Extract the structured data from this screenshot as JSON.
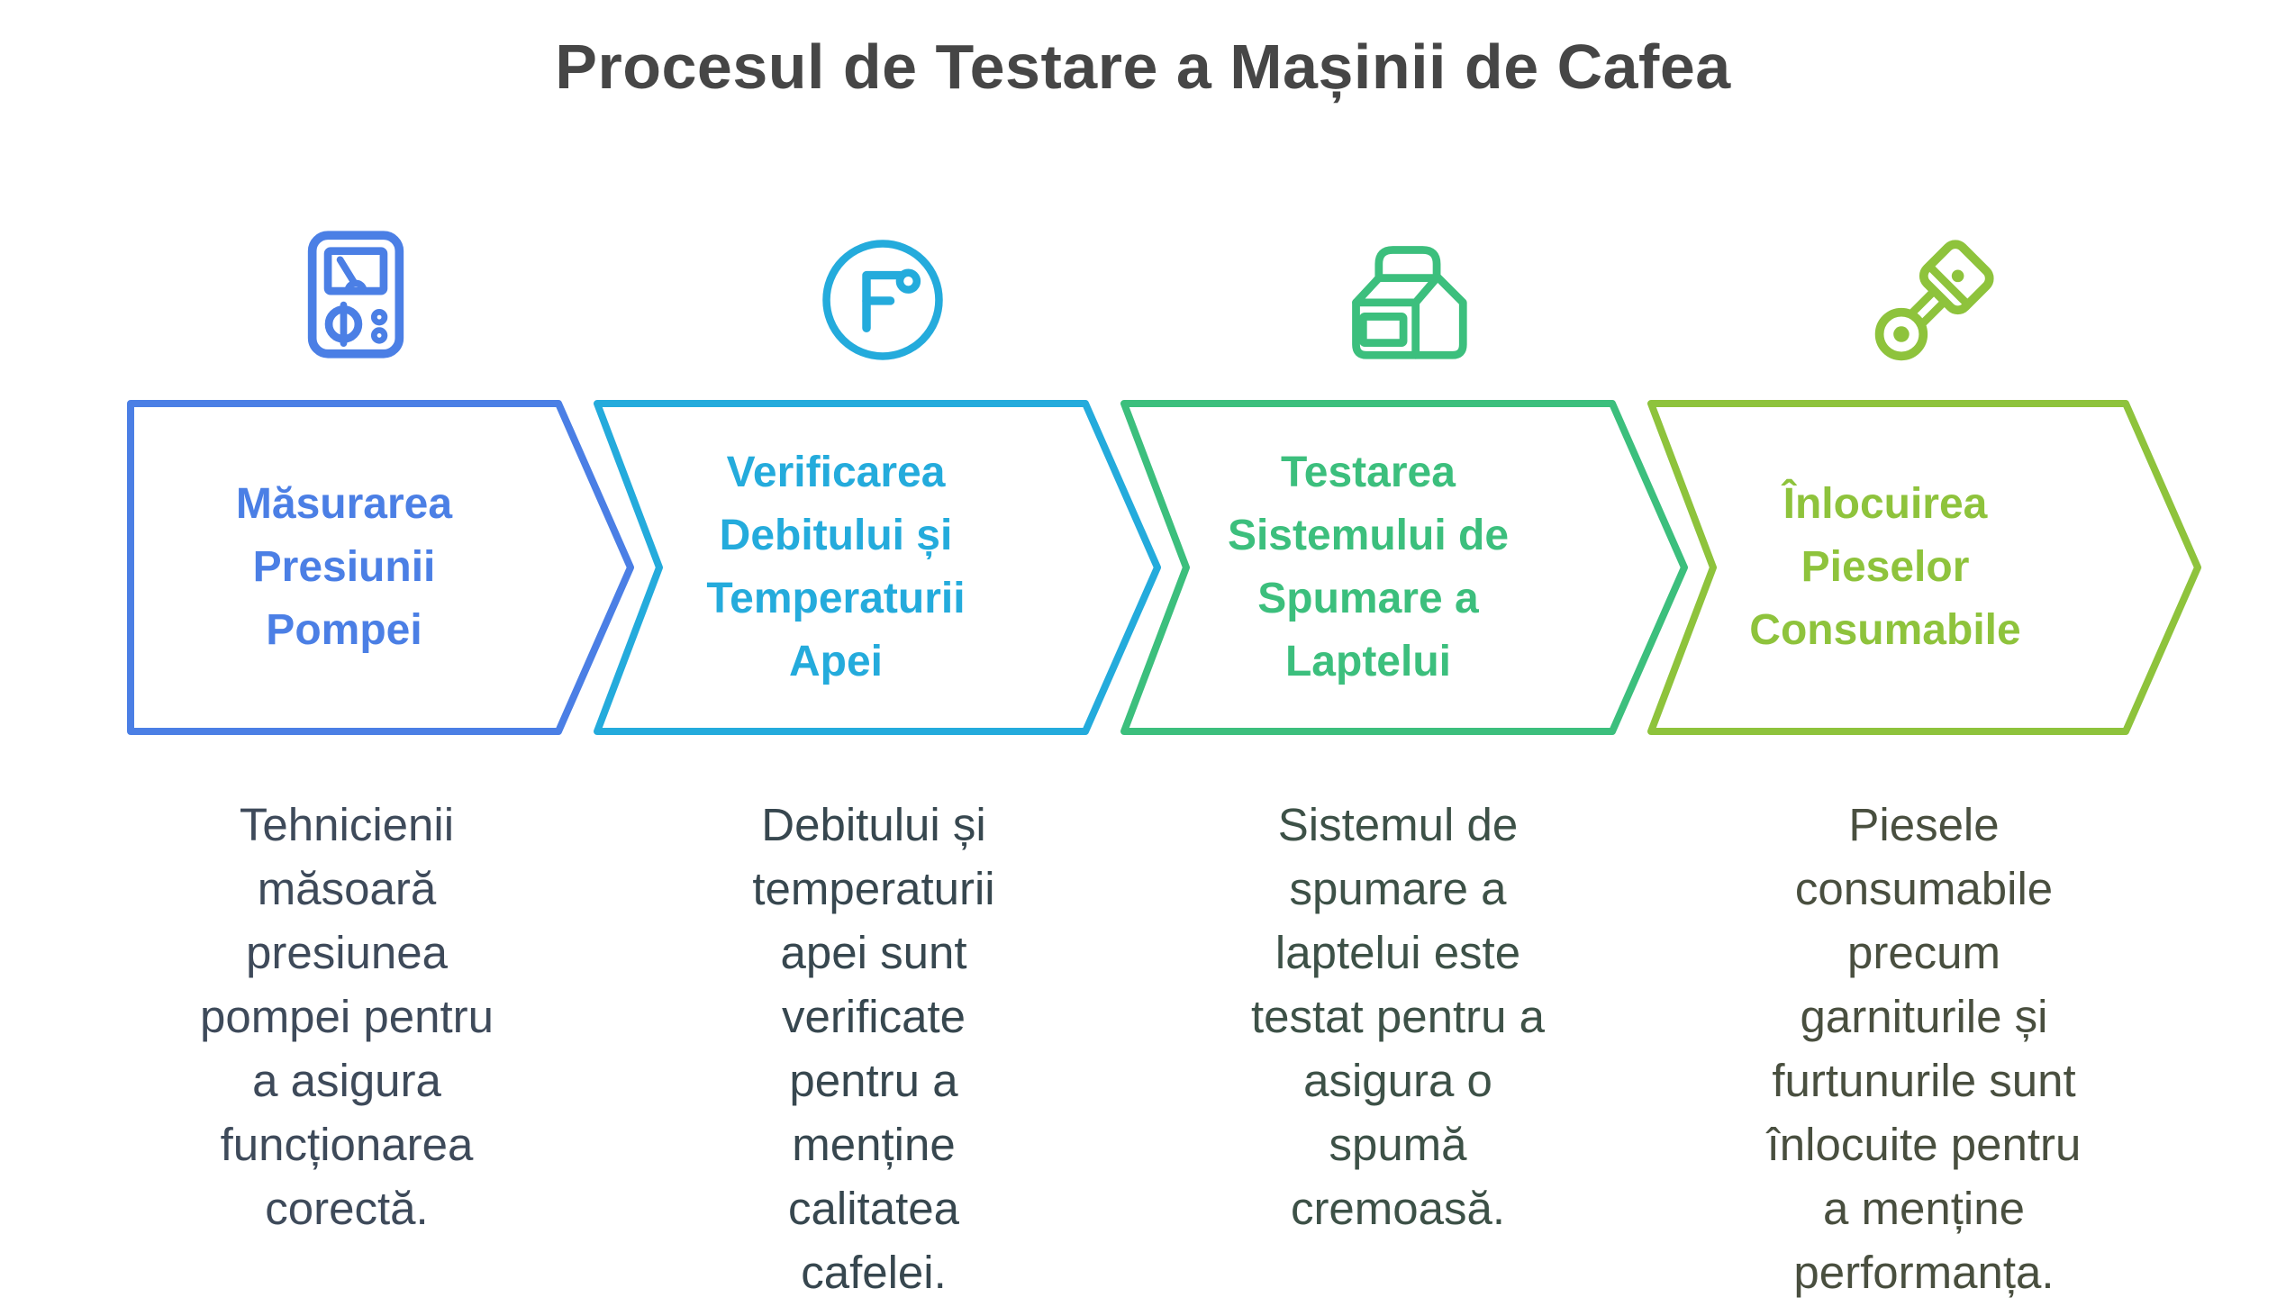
{
  "title": "Procesul de Testare a Mașinii de Cafea",
  "title_color": "#464646",
  "background_color": "#ffffff",
  "steps": [
    {
      "label": "Măsurarea\nPresiunii\nPompei",
      "description": "Tehnicienii\nmăsoară\npresiunea\npompei pentru\na asigura\nfuncționarea\ncorectă.",
      "color": "#4b7fe5",
      "description_color": "#3e4a5a",
      "icon": "pressure-gauge-icon"
    },
    {
      "label": "Verificarea\nDebitului și\nTemperaturii\nApei",
      "description": "Debitului și\ntemperaturii\napei sunt\nverificate\npentru a\nmenține\ncalitatea\ncafelei.",
      "color": "#24abdc",
      "description_color": "#37474f",
      "icon": "temperature-icon"
    },
    {
      "label": "Testarea\nSistemului de\nSpumare a\nLaptelui",
      "description": "Sistemul de\nspumare a\nlaptelui este\ntestat pentru a\nasigura o\nspumă\ncremoasă.",
      "color": "#3cbf7d",
      "description_color": "#3d5147",
      "icon": "milk-carton-icon"
    },
    {
      "label": "Înlocuirea\nPieselor\nConsumabile",
      "description": "Piesele\nconsumabile\nprecum\ngarniturile și\nfurtunurile sunt\nînlocuite pentru\na menține\nperformanța.",
      "color": "#8ec33c",
      "description_color": "#494f3f",
      "icon": "piston-icon"
    }
  ]
}
